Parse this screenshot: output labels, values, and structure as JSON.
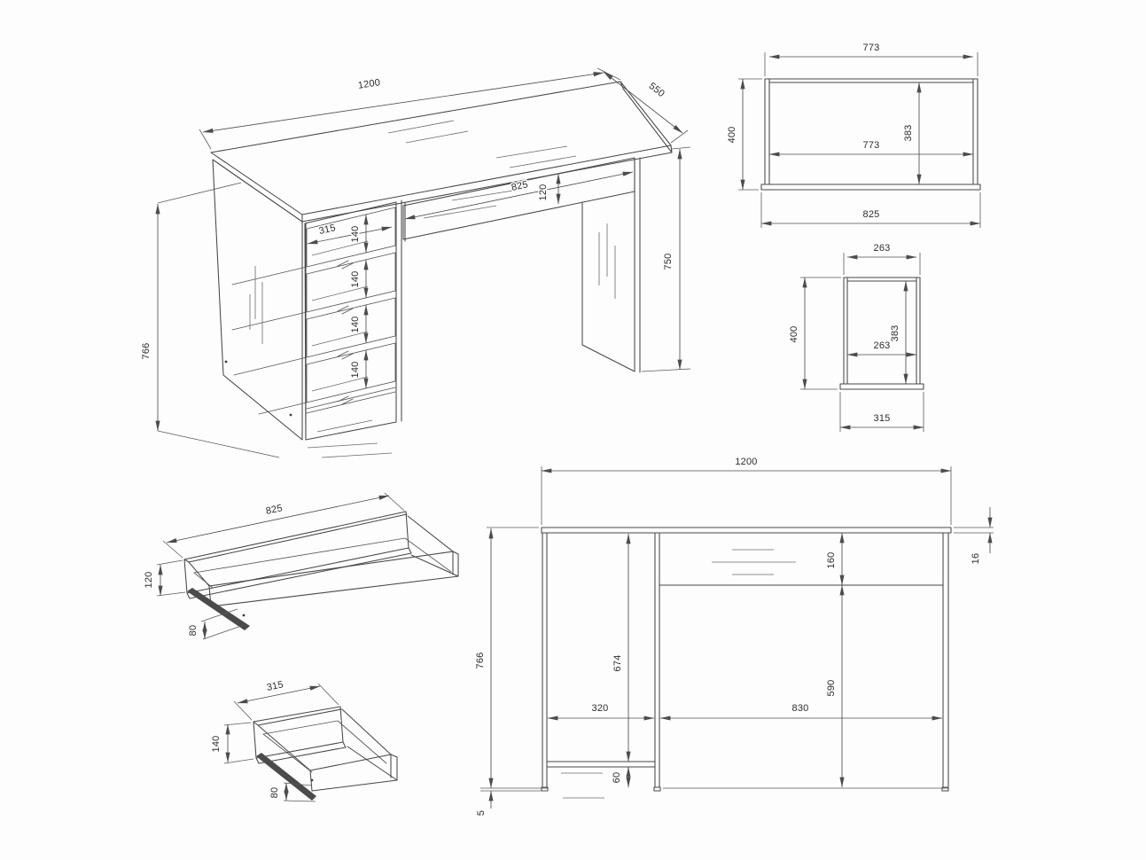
{
  "drawing": {
    "type": "furniture technical drawing",
    "subject": "computer desk with drawer pedestal",
    "line_color": "#474747",
    "background": "#fdfdfd"
  },
  "views": {
    "iso_desk": {
      "name": "desk isometric view",
      "dims": {
        "length": "1200",
        "depth": "550",
        "center_drawer_width": "825",
        "center_drawer_height": "120",
        "drawer_width": "315",
        "drawer_height_1": "140",
        "drawer_height_2": "140",
        "drawer_height_3": "140",
        "drawer_height_4": "140",
        "right_side_height": "750",
        "total_height": "766"
      }
    },
    "frame_wide": {
      "name": "wide drawer frame front view",
      "dims": {
        "inner_width_top": "773",
        "height": "400",
        "inner_height": "383",
        "inner_width": "773",
        "outer_width": "825"
      }
    },
    "frame_narrow": {
      "name": "narrow drawer frame front view",
      "dims": {
        "inner_width_top": "263",
        "height": "400",
        "inner_height": "383",
        "inner_width": "263",
        "outer_width": "315"
      }
    },
    "tray_wide": {
      "name": "center drawer box isometric",
      "dims": {
        "width": "825",
        "front_height": "120",
        "side_height": "80"
      }
    },
    "tray_narrow": {
      "name": "pedestal drawer box isometric",
      "dims": {
        "width": "315",
        "front_height": "140",
        "side_height": "80"
      }
    },
    "elevation": {
      "name": "desk front elevation",
      "dims": {
        "width": "1200",
        "height": "766",
        "pedestal_inner_height": "674",
        "pedestal_width": "320",
        "opening_width": "830",
        "opening_height": "590",
        "pencil_drawer_height": "160",
        "top_thickness": "16",
        "plinth_height": "60",
        "foot_height": "5"
      }
    }
  }
}
